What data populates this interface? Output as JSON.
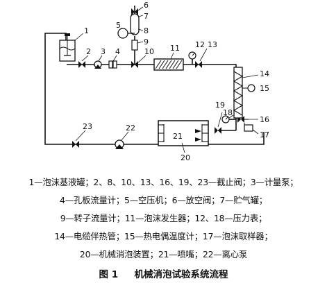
{
  "labels": {
    "n1": "1",
    "n2": "2",
    "n3": "3",
    "n4": "4",
    "n5": "5",
    "n6": "6",
    "n7": "7",
    "n8": "8",
    "n9": "9",
    "n10": "10",
    "n11": "11",
    "n12": "12",
    "n13": "13",
    "n14": "14",
    "n15": "15",
    "n16": "16",
    "n17": "17",
    "n18": "18",
    "n19": "19",
    "n20": "20",
    "n21": "21",
    "n22": "22",
    "n23": "23"
  },
  "legend": {
    "line1": "1—泡沫基液罐；2、8、10、13、16、19、23—截止阀；3—计量泵；",
    "line2": "4—孔板流量计；5—空压机；6—放空阀；7—贮气罐；",
    "line3": "9—转子流量计；11—泡沫发生器；12、18—压力表；",
    "line4": "14—电缆伴热管；15—热电偶温度计；17—泡沫取样器；",
    "line5": "20—机械消泡装置；21—喷嘴；22—离心泵"
  },
  "caption": {
    "number": "图 1",
    "title": "机械消泡试验系统流程"
  }
}
